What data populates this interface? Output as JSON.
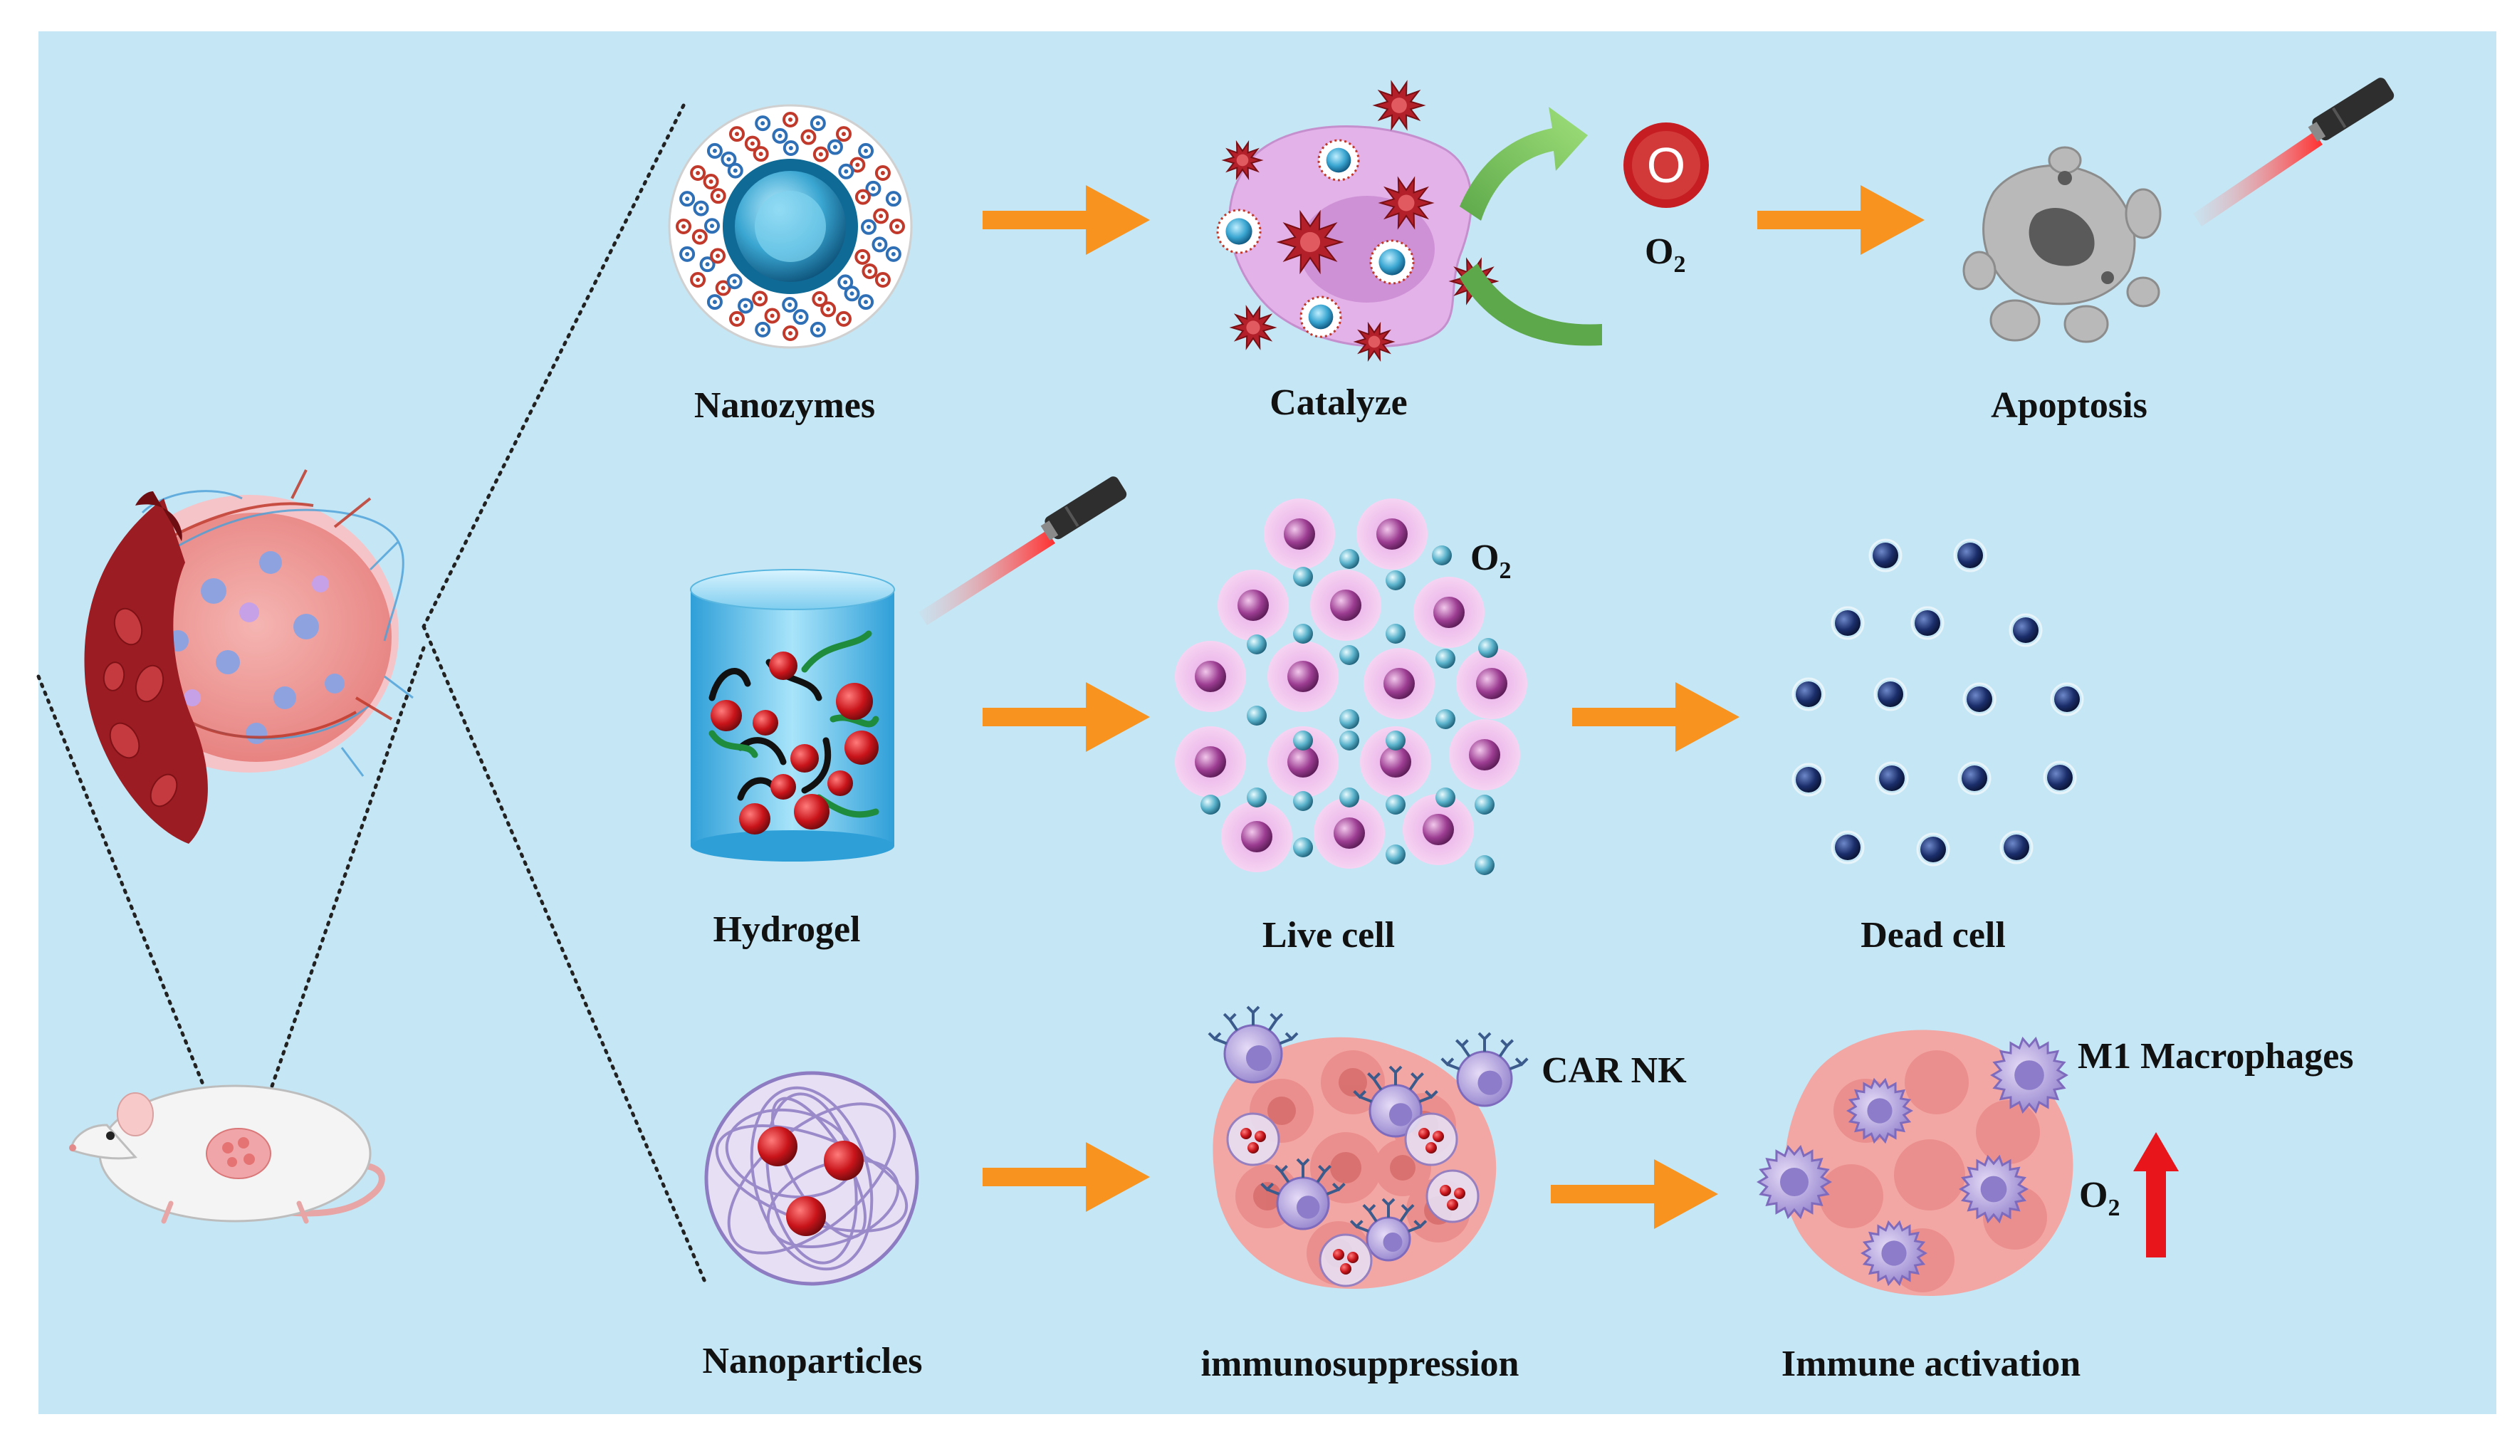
{
  "colors": {
    "background": "#c5e6f4",
    "arrow": "#f7931e",
    "up_arrow": "#e8151b",
    "tumor": "#f2a6a6",
    "vessel": "#9b1c22"
  },
  "rows": [
    {
      "start_label": "Nanozymes",
      "middle_label": "Catalyze",
      "end_label": "Apoptosis",
      "o2_label": "O",
      "o2_sub": "2",
      "o2_symbol": "O"
    },
    {
      "start_label": "Hydrogel",
      "middle_label": "Live cell",
      "end_label": "Dead cell",
      "o2_label": "O",
      "o2_sub": "2"
    },
    {
      "start_label": "Nanoparticles",
      "middle_label": "immunosuppression",
      "end_label": "Immune activation",
      "car_nk_label": "CAR NK",
      "macrophage_label": "M1 Macrophages",
      "o2_label": "O",
      "o2_sub": "2"
    }
  ],
  "icons": {
    "laser": "laser-pointer-icon",
    "mouse": "mouse-icon",
    "tumor": "tumor-icon",
    "o2_up": "arrow-up-icon"
  }
}
